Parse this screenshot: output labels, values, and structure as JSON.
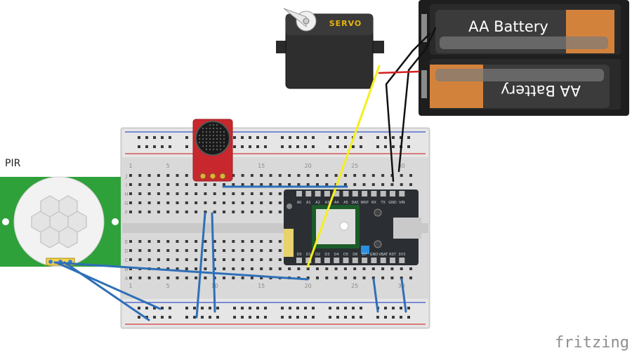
{
  "labels": {
    "pir": "PIR",
    "servo": "SERVO",
    "battery_top": "AA Battery",
    "battery_bottom": "AA Battery",
    "watermark": "fritzing"
  },
  "breadboard": {
    "column_numbers": [
      "1",
      "5",
      "10",
      "15",
      "20",
      "25",
      "30"
    ],
    "row_letters_top": [
      "J",
      "I",
      "H",
      "G",
      "F"
    ],
    "row_letters_bottom": [
      "E",
      "D",
      "C",
      "B",
      "A"
    ]
  },
  "photon": {
    "top_pins": [
      "A0",
      "A1",
      "A2",
      "A3",
      "A4",
      "A5",
      "DAC",
      "WKP",
      "RX",
      "TX",
      "GND",
      "VIN"
    ],
    "bottom_pins": [
      "D0",
      "D1",
      "D2",
      "D3",
      "D4",
      "D5",
      "D6",
      "D7",
      "GND",
      "VBAT",
      "RST",
      "3V3"
    ]
  },
  "colors": {
    "wire_blue": "#2e6fb8",
    "wire_yellow": "#f5ef1c",
    "wire_black": "#111111",
    "wire_red": "#d42020",
    "microphone_board": "#c8282d",
    "photon_board": "#2b2f33",
    "pir_board": "#2fa13a"
  }
}
